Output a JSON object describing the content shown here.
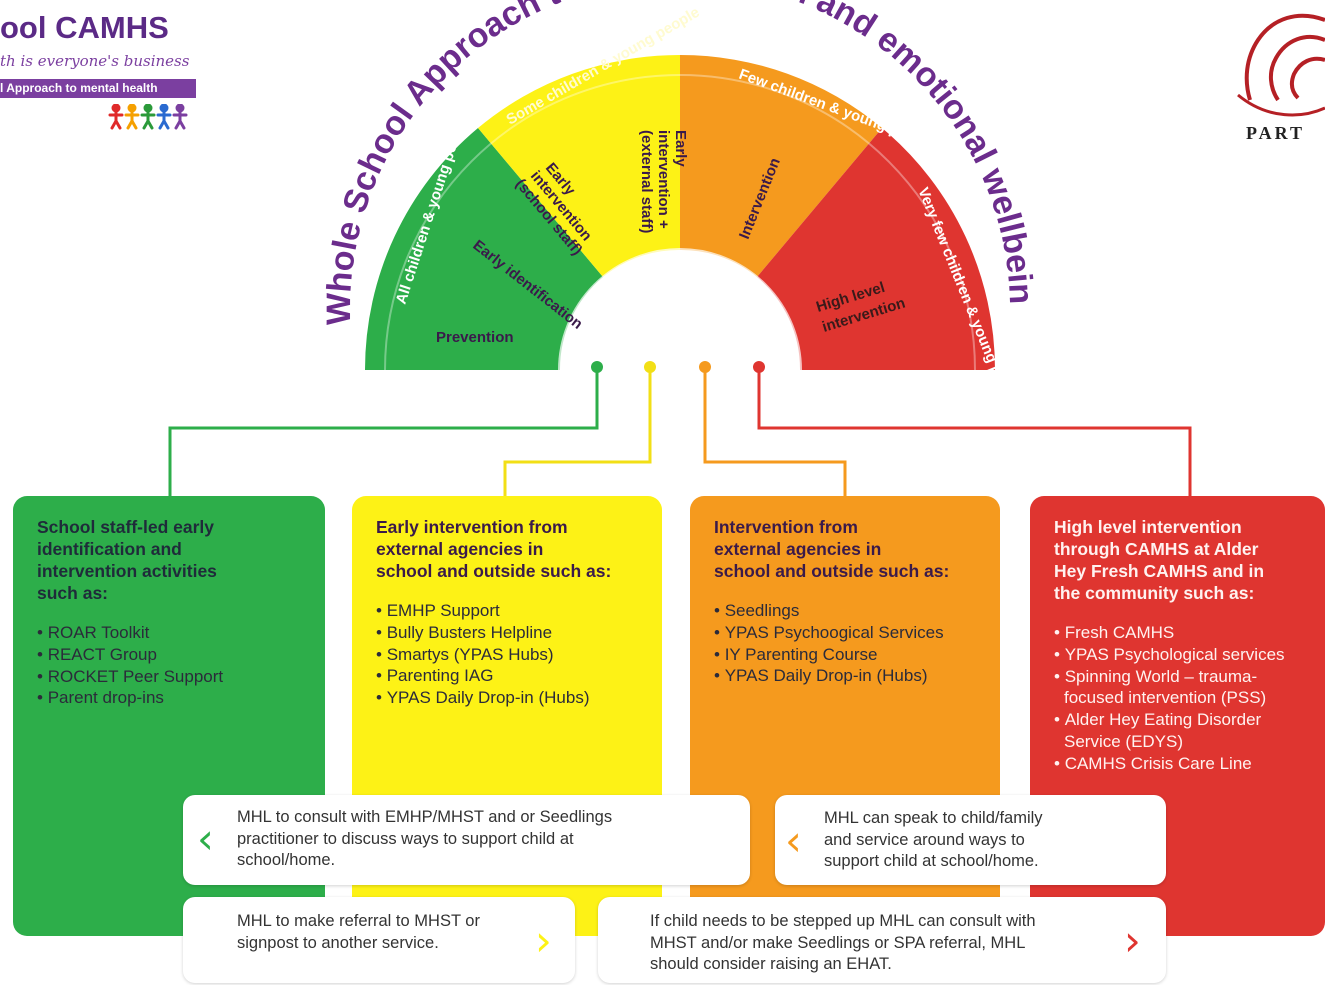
{
  "logo": {
    "title": "ool CAMHS",
    "tagline": "th is everyone's business",
    "band": "l Approach to mental health",
    "partner": "PART"
  },
  "arc_title": "Whole School Approach to mental health and emotional wellbeing",
  "colors": {
    "green": "#2dae4a",
    "yellow": "#fdf216",
    "orange": "#f59a1e",
    "red": "#df3530",
    "purple": "#6b2c8c"
  },
  "arc": {
    "population": {
      "all": "All children & young people",
      "some": "Some children & young people",
      "few": "Few children & young people",
      "very_few": "Very few children & young people"
    },
    "levels": {
      "prevention": "Prevention",
      "early_identification": "Early identification",
      "early_intervention_school_line1": "Early",
      "early_intervention_school_line2": "intervention",
      "early_intervention_school_line3": "(school staff)",
      "early_intervention_external_line1": "Early",
      "early_intervention_external_line2": "intervention +",
      "early_intervention_external_line3": "(external staff)",
      "intervention": "Intervention",
      "high_level_line1": "High level",
      "high_level_line2": "intervention"
    }
  },
  "boxes": [
    {
      "heading": [
        "School staff-led early",
        "identification and",
        "intervention activities",
        "such as:"
      ],
      "items": [
        "ROAR Toolkit",
        "REACT Group",
        "ROCKET Peer Support",
        "Parent drop-ins"
      ]
    },
    {
      "heading": [
        "Early intervention from",
        "external agencies in",
        "school and outside such as:"
      ],
      "items": [
        "EMHP Support",
        "Bully Busters Helpline",
        "Smartys (YPAS Hubs)",
        "Parenting IAG",
        "YPAS Daily Drop-in (Hubs)"
      ]
    },
    {
      "heading": [
        "Intervention from",
        "external agencies in",
        "school and outside such as:"
      ],
      "items": [
        "Seedlings",
        "YPAS Psychoogical Services",
        "IY Parenting Course",
        "YPAS Daily Drop-in (Hubs)"
      ]
    },
    {
      "heading": [
        "High level intervention",
        "through CAMHS at Alder",
        "Hey Fresh CAMHS and in",
        "the community such as:"
      ],
      "items": [
        "Fresh CAMHS",
        "YPAS Psychological services",
        "Spinning World – trauma-focused intervention (PSS)",
        "Alder Hey Eating Disorder Service (EDYS)",
        "CAMHS Crisis Care Line"
      ]
    }
  ],
  "notes": {
    "consult": [
      "MHL to consult with EMHP/MHST and or Seedlings",
      "practitioner to discuss ways to support child at",
      "school/home."
    ],
    "speak": [
      "MHL can speak to child/family",
      "and service around ways to",
      "support child at school/home."
    ],
    "referral": [
      "MHL to make referral to MHST or",
      "signpost to another service."
    ],
    "stepped_up": [
      "If child needs to be stepped up MHL can consult with",
      "MHST and/or make Seedlings or SPA referral, MHL",
      "should consider raising an EHAT."
    ]
  },
  "chevrons": {
    "left": "‹",
    "right": "›"
  }
}
